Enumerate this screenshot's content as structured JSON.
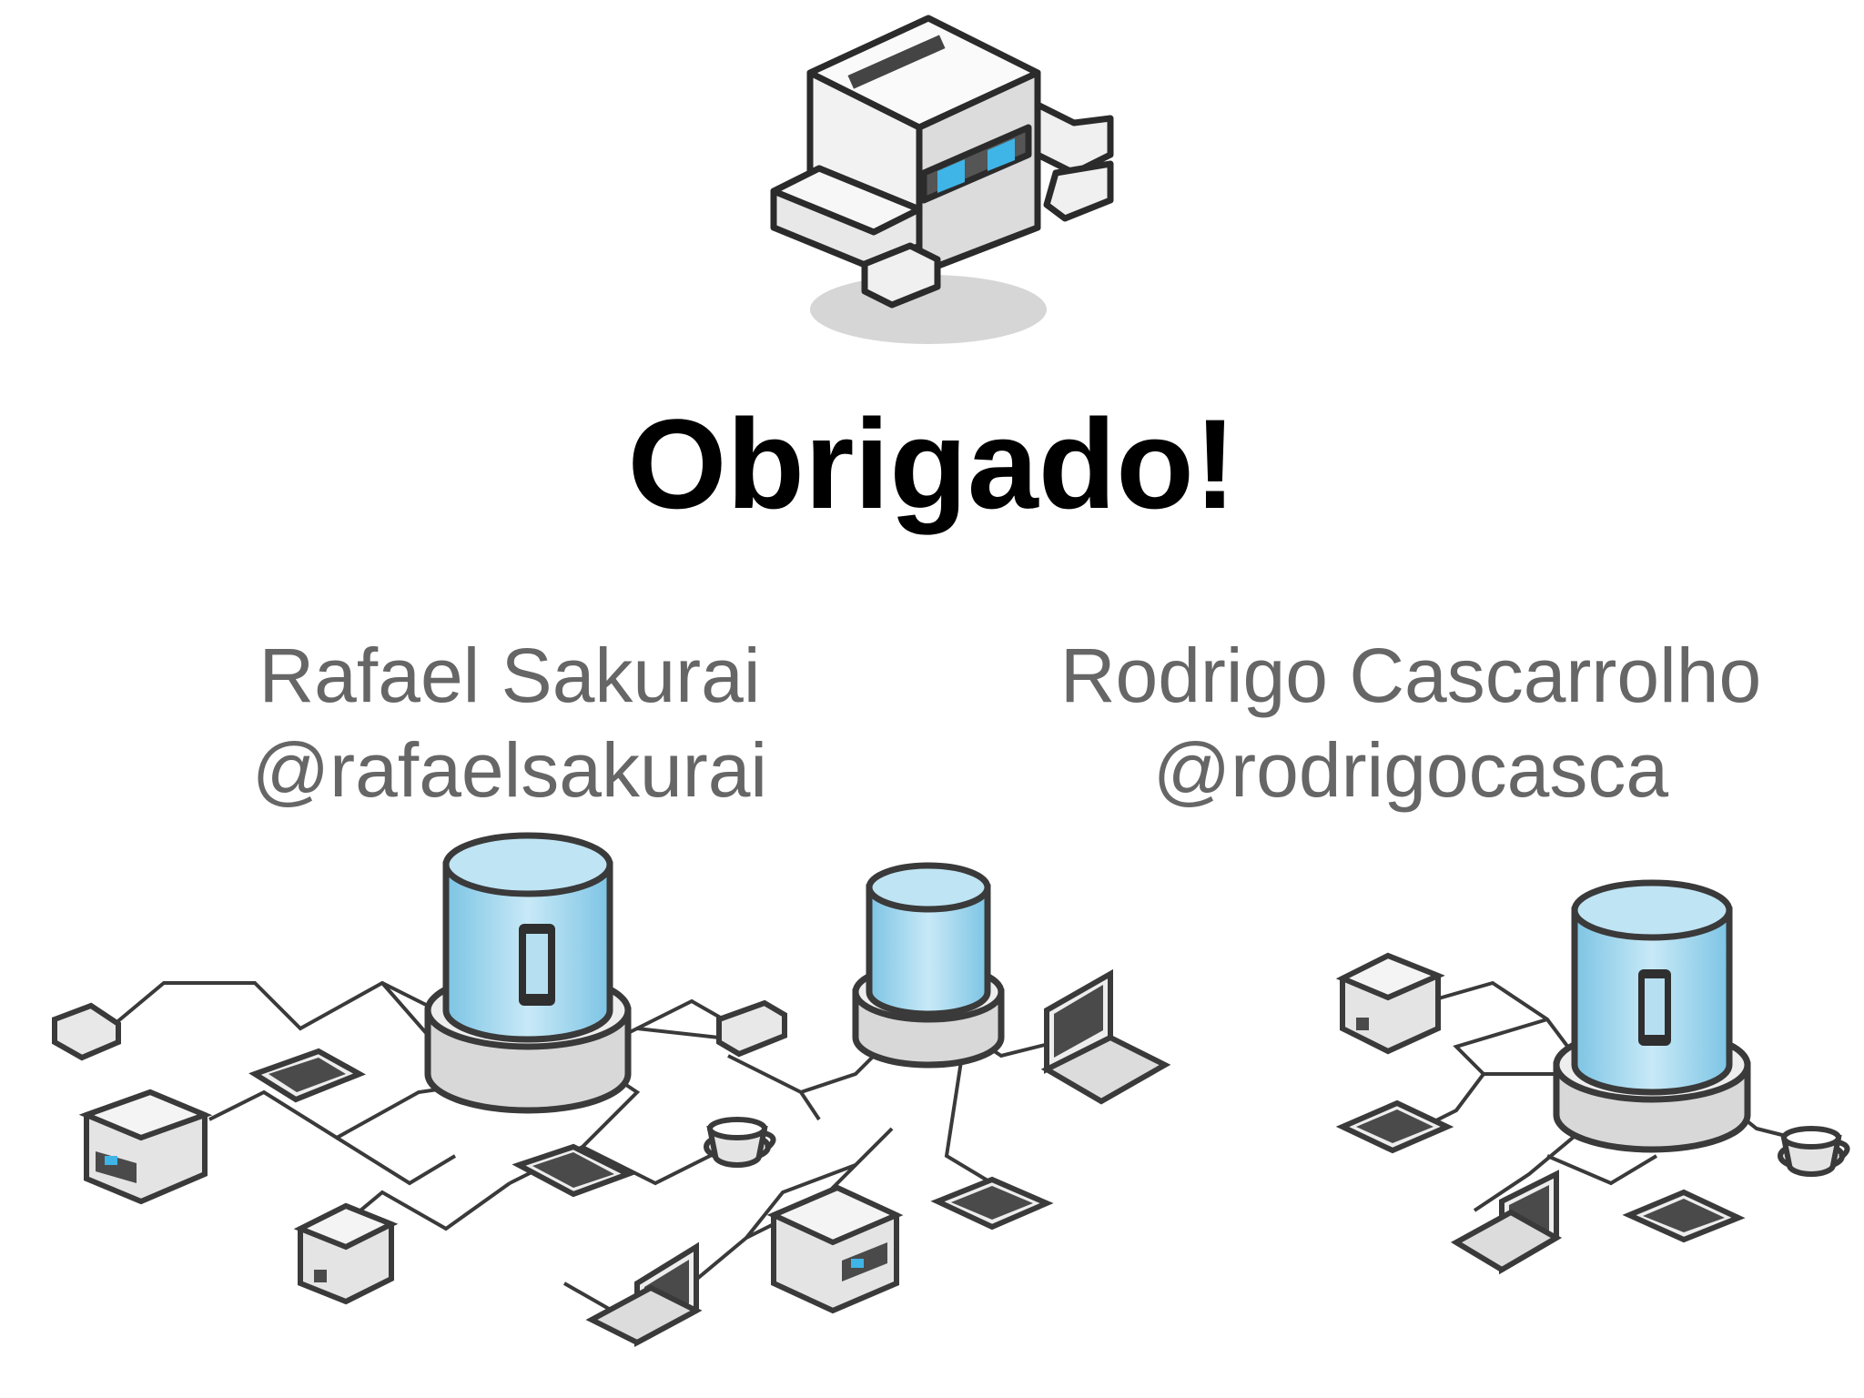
{
  "title": "Obrigado!",
  "presenters": [
    {
      "name": "Rafael Sakurai",
      "handle": "@rafaelsakurai"
    },
    {
      "name": "Rodrigo Cascarrolho",
      "handle": "@rodrigocasca"
    }
  ],
  "colors": {
    "text_dark": "#000000",
    "text_gray": "#666666",
    "outline": "#3a3a3a",
    "cylinder": "#a7d8ee",
    "device_fill": "#e8e8e8"
  },
  "icons": [
    "robot-mascot-icon",
    "database-cylinder-icon",
    "tablet-icon",
    "laptop-icon",
    "toaster-icon",
    "printer-icon",
    "coffee-cup-icon",
    "router-icon"
  ]
}
